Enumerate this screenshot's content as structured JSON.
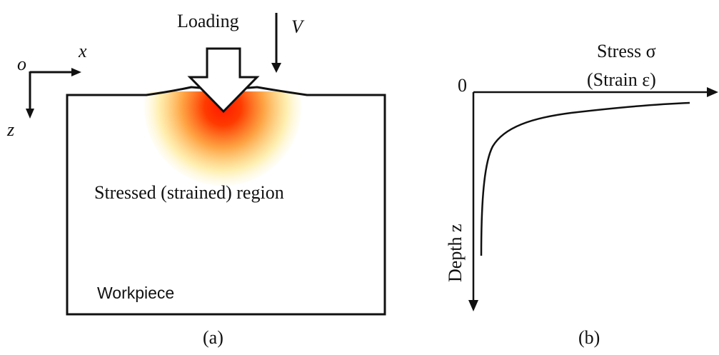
{
  "panel_a": {
    "caption": "(a)",
    "loading_label": "Loading",
    "velocity_label": "V",
    "origin_label": "o",
    "x_axis_label": "x",
    "z_axis_label": "z",
    "region_label": "Stressed (strained) region",
    "workpiece_label": "Workpiece",
    "colors": {
      "stress_core": "#ff1a00",
      "stress_mid": "#ff8c1a",
      "stress_outer": "#ffe58a",
      "outline": "#111111"
    }
  },
  "panel_b": {
    "caption": "(b)",
    "origin_label": "0",
    "horizontal_axis_label_line1": "Stress σ",
    "horizontal_axis_label_line2": "(Strain ε)",
    "vertical_axis_label": "Depth z"
  }
}
